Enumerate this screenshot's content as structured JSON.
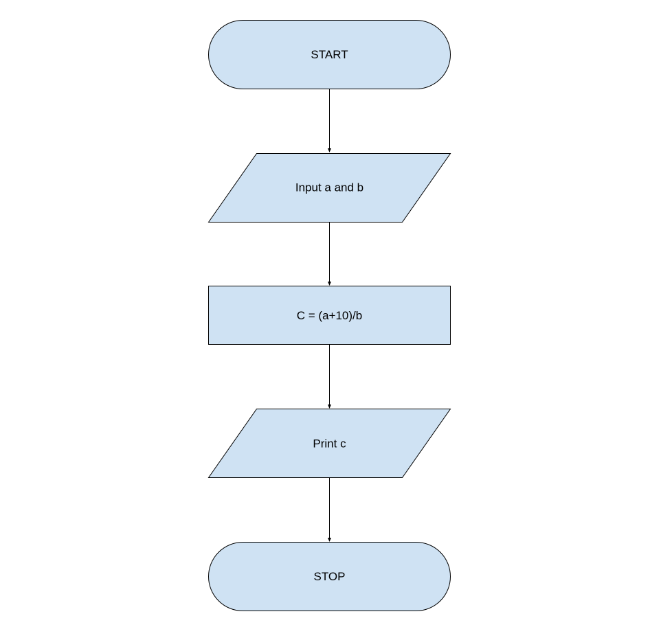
{
  "diagram": {
    "type": "flowchart",
    "fill_color": "#cfe2f3",
    "stroke_color": "#000000",
    "nodes": [
      {
        "id": "start",
        "shape": "terminator",
        "label": "START"
      },
      {
        "id": "input",
        "shape": "parallelogram",
        "label": "Input a and b"
      },
      {
        "id": "process",
        "shape": "rectangle",
        "label": "C = (a+10)/b"
      },
      {
        "id": "output",
        "shape": "parallelogram",
        "label": "Print c"
      },
      {
        "id": "stop",
        "shape": "terminator",
        "label": "STOP"
      }
    ],
    "edges": [
      {
        "from": "start",
        "to": "input"
      },
      {
        "from": "input",
        "to": "process"
      },
      {
        "from": "process",
        "to": "output"
      },
      {
        "from": "output",
        "to": "stop"
      }
    ]
  }
}
